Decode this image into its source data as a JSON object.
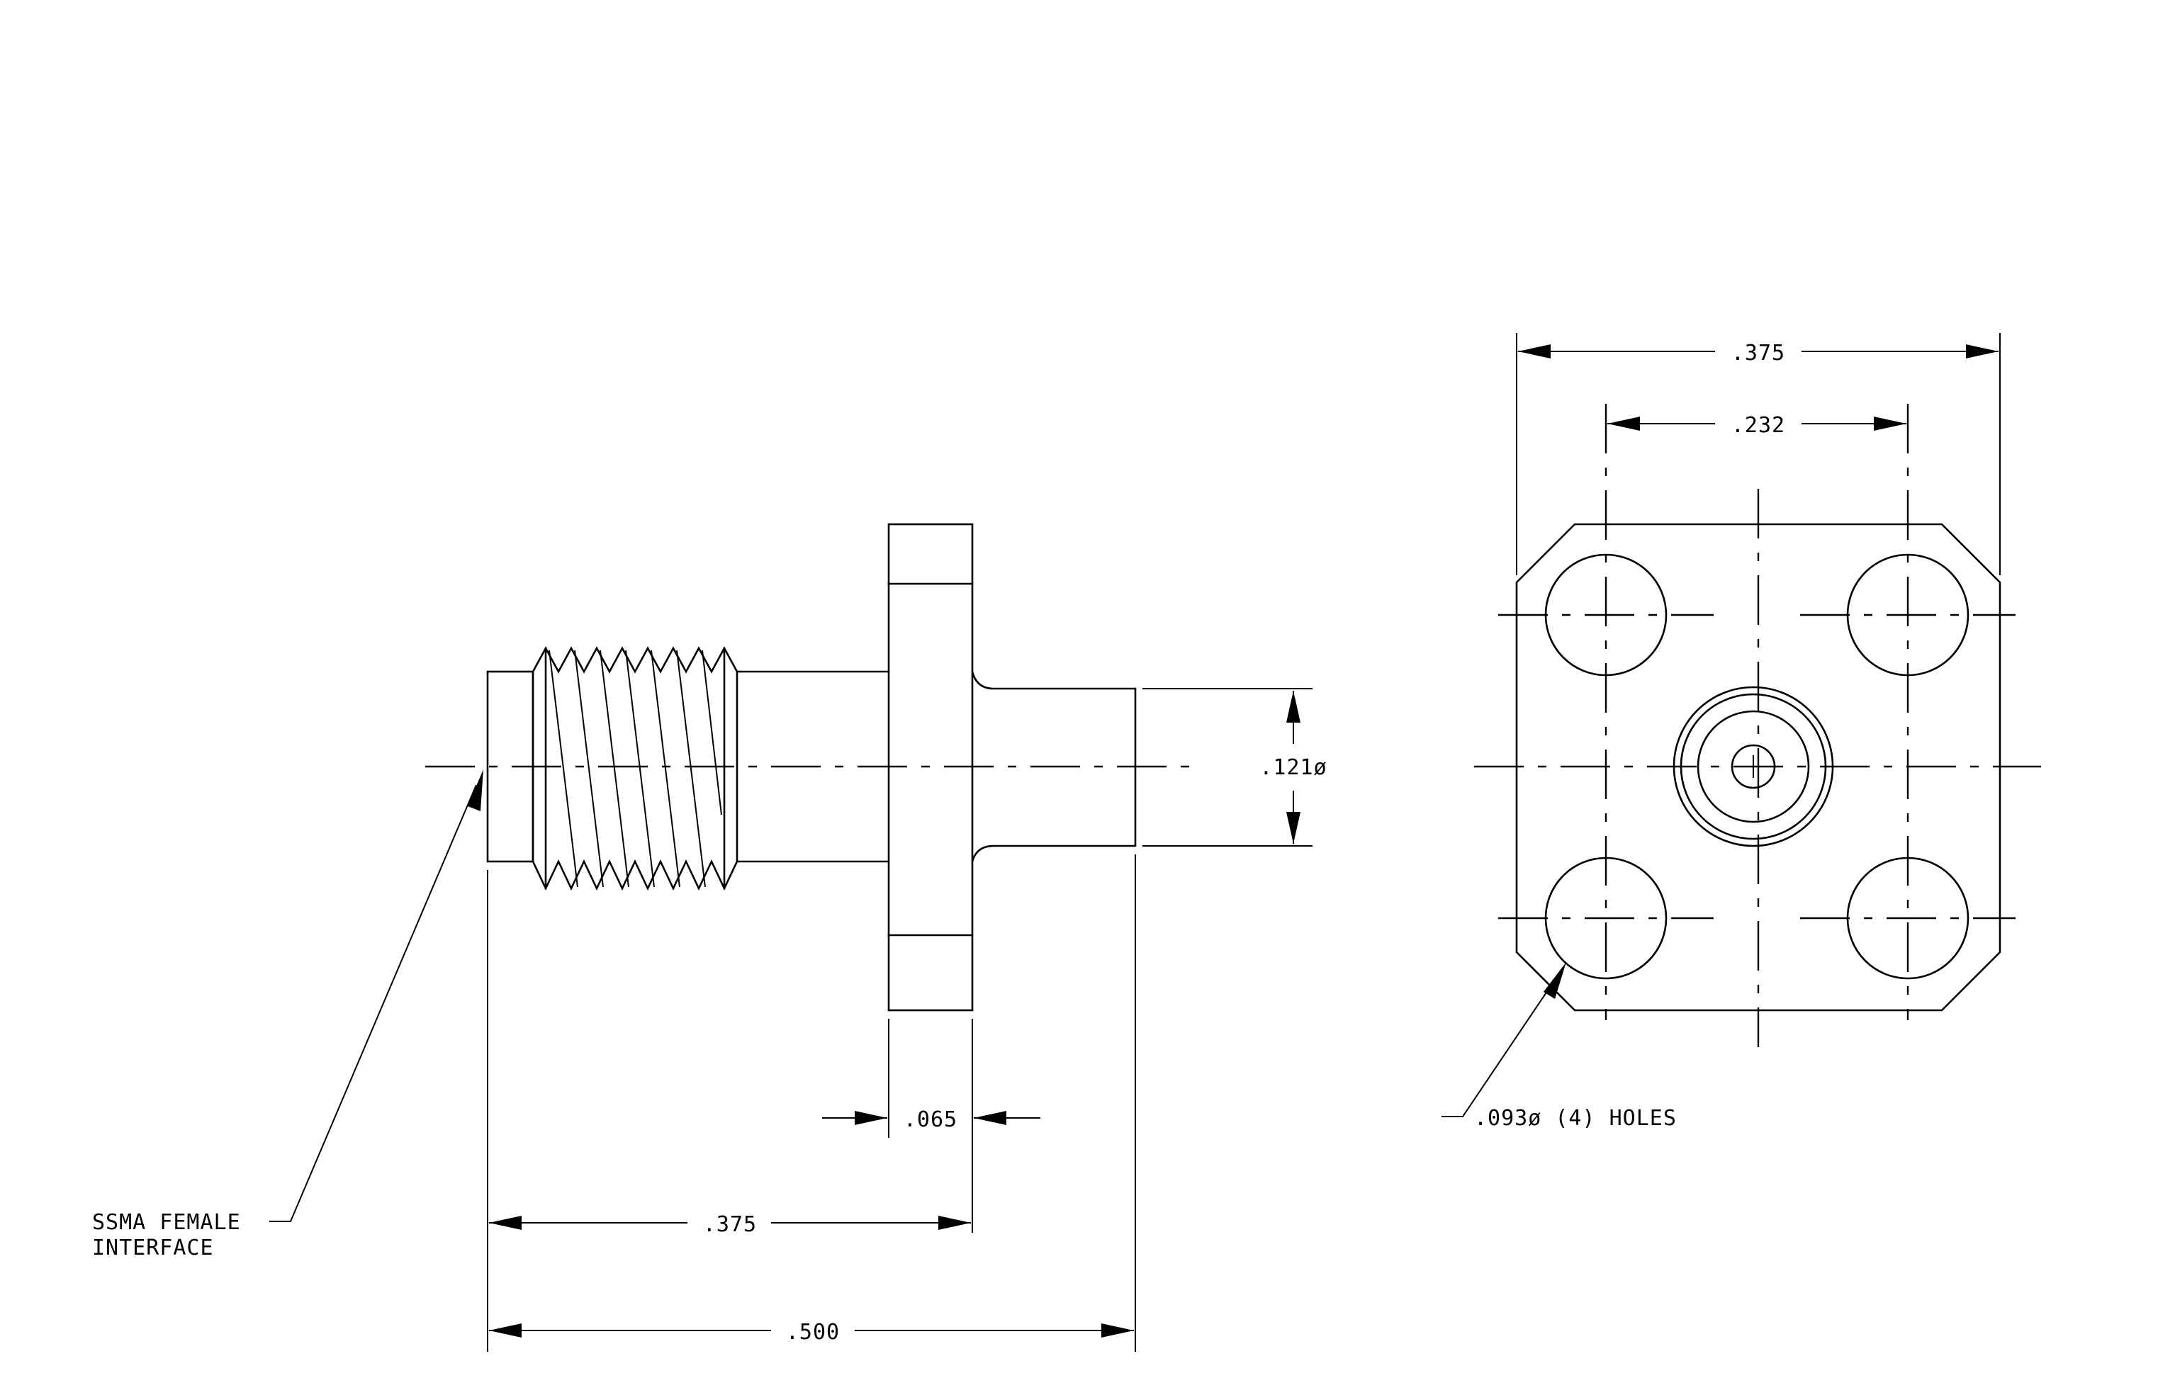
{
  "side_view": {
    "dim_overall_length": ".500",
    "dim_to_flange": ".375",
    "dim_flange_thickness": ".065",
    "dim_pin_diameter": ".121ø",
    "interface_label_line1": "SSMA FEMALE",
    "interface_label_line2": "INTERFACE"
  },
  "end_view": {
    "dim_flange_width": ".375",
    "dim_hole_spacing": ".232",
    "holes_label": ".093ø (4) HOLES"
  }
}
